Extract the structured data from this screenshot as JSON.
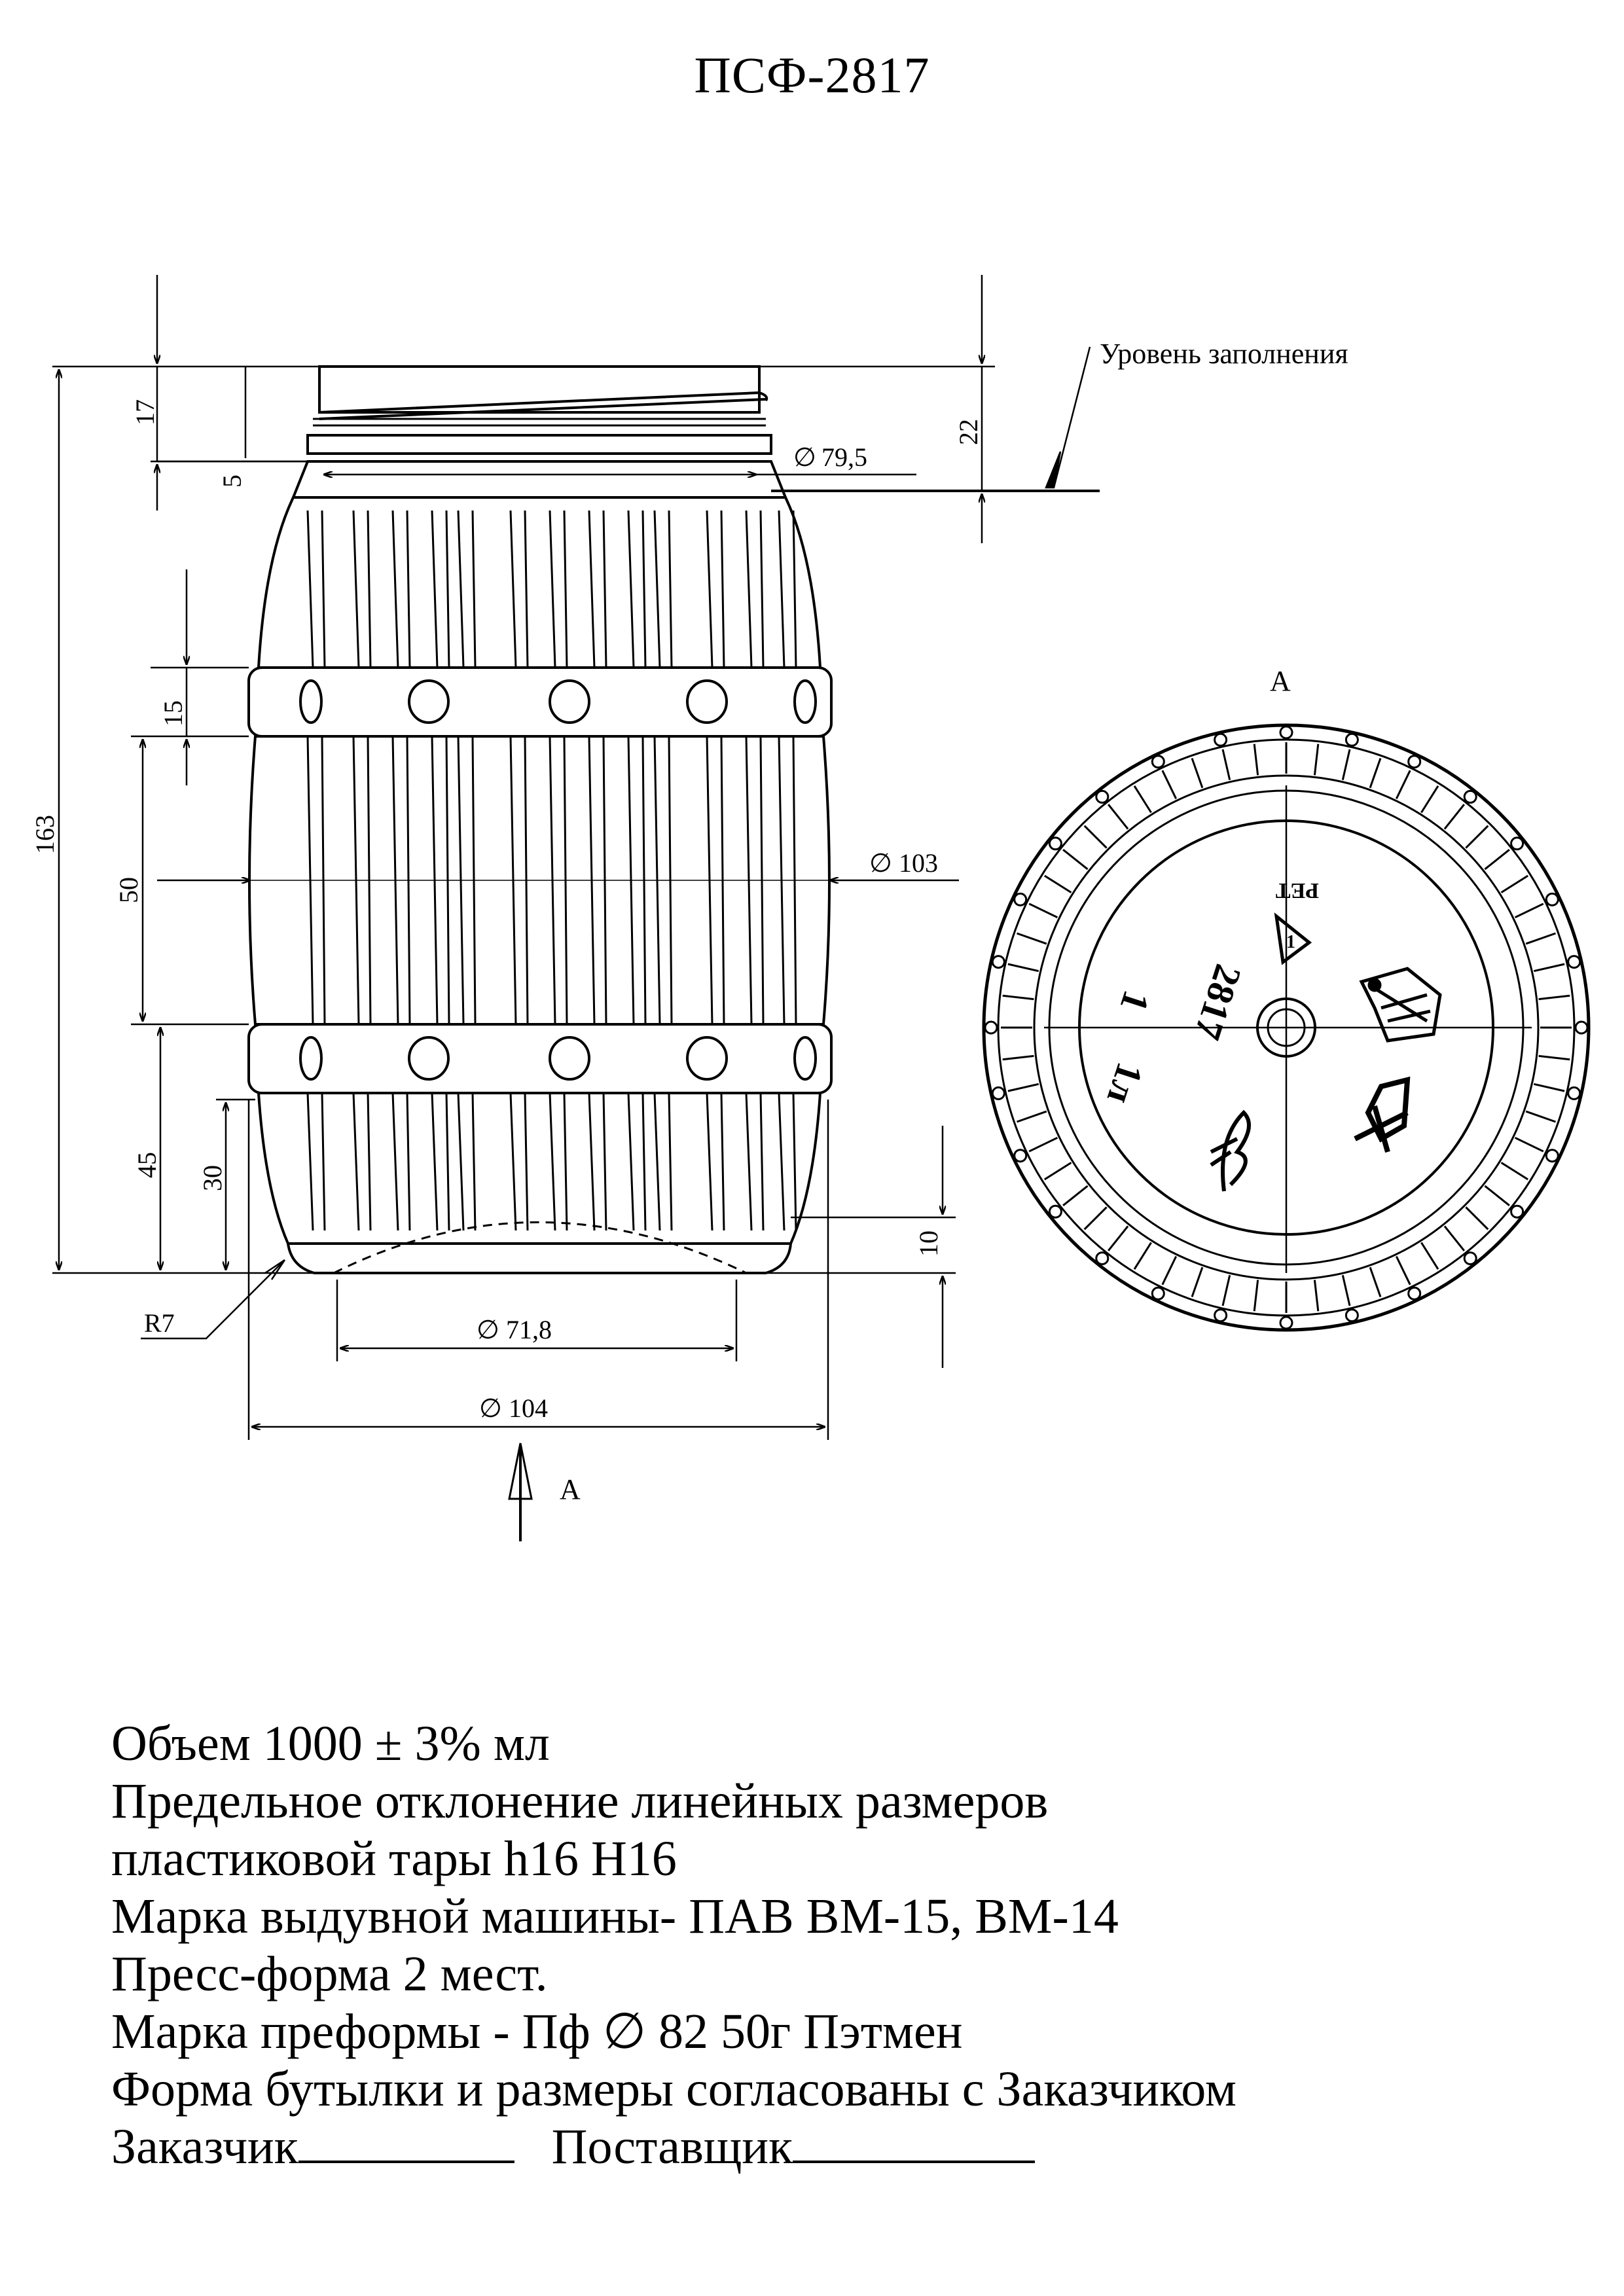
{
  "title": "ПСФ-2817",
  "side_view": {
    "fill_level_label": "Уровень заполнения",
    "dim_17": "17",
    "dim_22": "22",
    "dim_5": "5",
    "dim_neck_diam": "79,5",
    "dim_163": "163",
    "dim_15": "15",
    "dim_50": "50",
    "dim_body_diam": "103",
    "dim_45": "45",
    "dim_30": "30",
    "dim_10": "10",
    "dim_radius": "R7",
    "dim_base_diam": "71,8",
    "dim_overall_diam": "104",
    "view_arrow_label": "А",
    "diam_symbol": "∅"
  },
  "bottom_view": {
    "label": "А",
    "marks": {
      "mold_number": "2817",
      "cavity": "1",
      "volume": "1л",
      "recycle_code": "PET",
      "recycle_number": "1"
    }
  },
  "specs": {
    "volume_prefix": "Объем 1000",
    "volume_pm": "±",
    "volume_suffix": "3% мл",
    "tolerance_line1": "Предельное отклонение линейных размеров",
    "tolerance_line2": "пластиковой тары h16 H16",
    "machine": "Марка выдувной машины- ПАВ ВМ-15, ВМ-14",
    "mold": "Пресс-форма 2 мест.",
    "preform_prefix": "Марка преформы - Пф",
    "preform_symbol": "∅",
    "preform_suffix": "82 50г Пэтмен",
    "agreement": "Форма бутылки и размеры согласованы с Заказчиком",
    "customer_label": "Заказчик",
    "supplier_label": "Поставщик"
  }
}
